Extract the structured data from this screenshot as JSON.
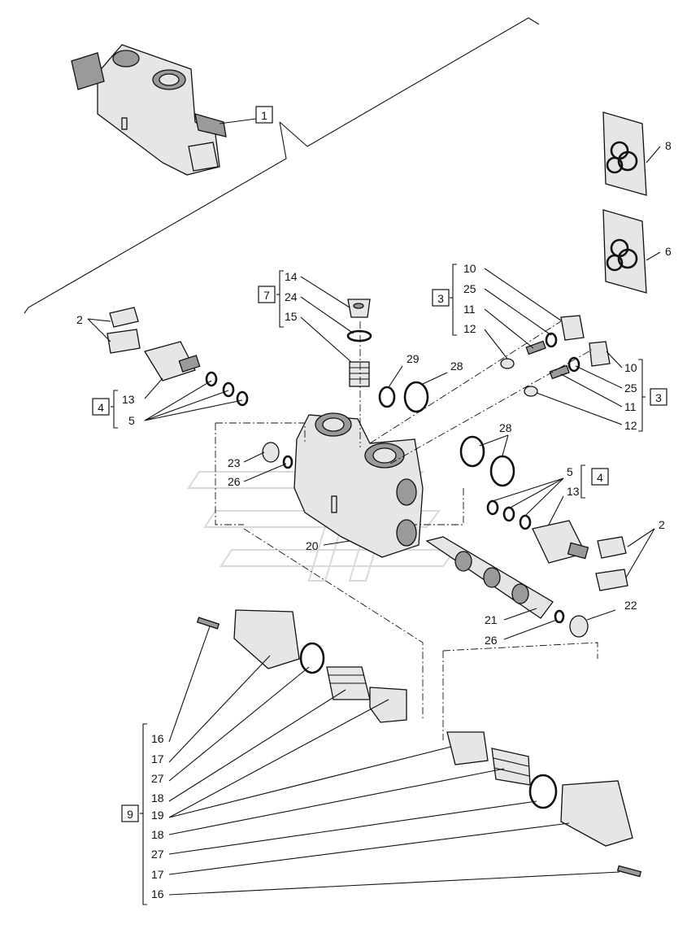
{
  "callouts": [
    {
      "id": "c1",
      "text": "1"
    },
    {
      "id": "c2a",
      "text": "2"
    },
    {
      "id": "c2b",
      "text": "2"
    },
    {
      "id": "c3a",
      "text": "3"
    },
    {
      "id": "c3b",
      "text": "3"
    },
    {
      "id": "c4a",
      "text": "4"
    },
    {
      "id": "c4b",
      "text": "4"
    },
    {
      "id": "c5a",
      "text": "5"
    },
    {
      "id": "c5b",
      "text": "5"
    },
    {
      "id": "c6",
      "text": "6"
    },
    {
      "id": "c7",
      "text": "7"
    },
    {
      "id": "c8",
      "text": "8"
    },
    {
      "id": "c9",
      "text": "9"
    },
    {
      "id": "c10a",
      "text": "10"
    },
    {
      "id": "c10b",
      "text": "10"
    },
    {
      "id": "c11a",
      "text": "11"
    },
    {
      "id": "c11b",
      "text": "11"
    },
    {
      "id": "c12a",
      "text": "12"
    },
    {
      "id": "c12b",
      "text": "12"
    },
    {
      "id": "c13a",
      "text": "13"
    },
    {
      "id": "c13b",
      "text": "13"
    },
    {
      "id": "c14",
      "text": "14"
    },
    {
      "id": "c15",
      "text": "15"
    },
    {
      "id": "c20",
      "text": "20"
    },
    {
      "id": "c21",
      "text": "21"
    },
    {
      "id": "c22",
      "text": "22"
    },
    {
      "id": "c23",
      "text": "23"
    },
    {
      "id": "c24",
      "text": "24"
    },
    {
      "id": "c25a",
      "text": "25"
    },
    {
      "id": "c25b",
      "text": "25"
    },
    {
      "id": "c26a",
      "text": "26"
    },
    {
      "id": "c26b",
      "text": "26"
    },
    {
      "id": "c28a",
      "text": "28"
    },
    {
      "id": "c28b",
      "text": "28"
    },
    {
      "id": "c29",
      "text": "29"
    }
  ],
  "kit9_list": [
    "16",
    "17",
    "27",
    "18",
    "19",
    "18",
    "27",
    "17",
    "16"
  ]
}
